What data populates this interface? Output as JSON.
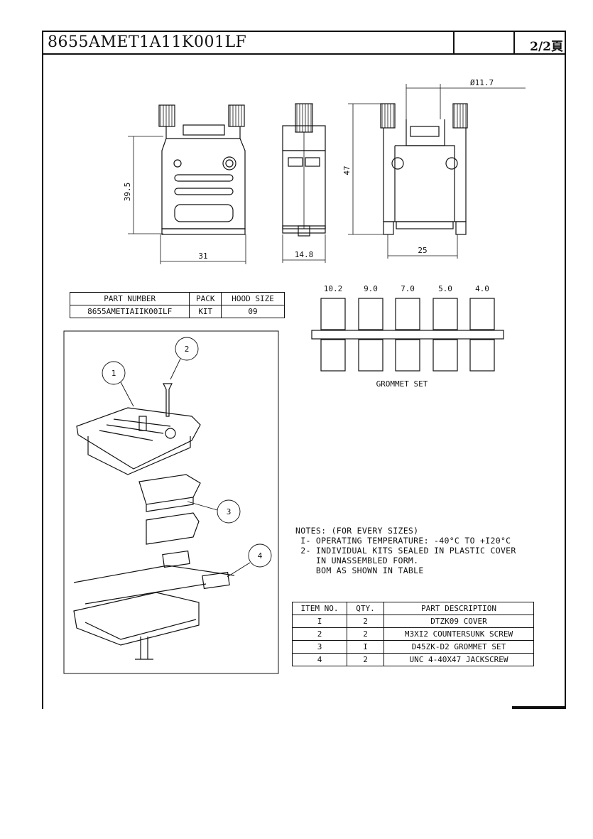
{
  "header": {
    "title": "8655AMET1A11K001LF",
    "page": "2/2頁"
  },
  "dimensions": {
    "front_height": "39.5",
    "front_width": "31",
    "side_width": "14.8",
    "rear_height": "47",
    "rear_width": "25",
    "diameter": "Ø11.7"
  },
  "part_table": {
    "headers": [
      "PART NUMBER",
      "PACK",
      "HOOD SIZE"
    ],
    "rows": [
      [
        "8655AMETIAIIK00ILF",
        "KIT",
        "09"
      ]
    ]
  },
  "grommet": {
    "sizes": [
      "10.2",
      "9.0",
      "7.0",
      "5.0",
      "4.0"
    ],
    "label": "GROMMET SET"
  },
  "callouts": [
    "1",
    "2",
    "3",
    "4"
  ],
  "notes": {
    "line1": "NOTES: (FOR EVERY SIZES)",
    "line2": " I- OPERATING TEMPERATURE: -40°C TO +I20°C",
    "line3": " 2- INDIVIDUAL KITS SEALED IN PLASTIC COVER",
    "line4": "    IN UNASSEMBLED FORM.",
    "line5": "    BOM AS SHOWN IN TABLE"
  },
  "bom": {
    "headers": [
      "ITEM NO.",
      "QTY.",
      "PART DESCRIPTION"
    ],
    "rows": [
      [
        "I",
        "2",
        "DTZK09 COVER"
      ],
      [
        "2",
        "2",
        "M3XI2 COUNTERSUNK SCREW"
      ],
      [
        "3",
        "I",
        "D45ZK-D2 GROMMET SET"
      ],
      [
        "4",
        "2",
        "UNC 4-40X47 JACKSCREW"
      ]
    ]
  }
}
